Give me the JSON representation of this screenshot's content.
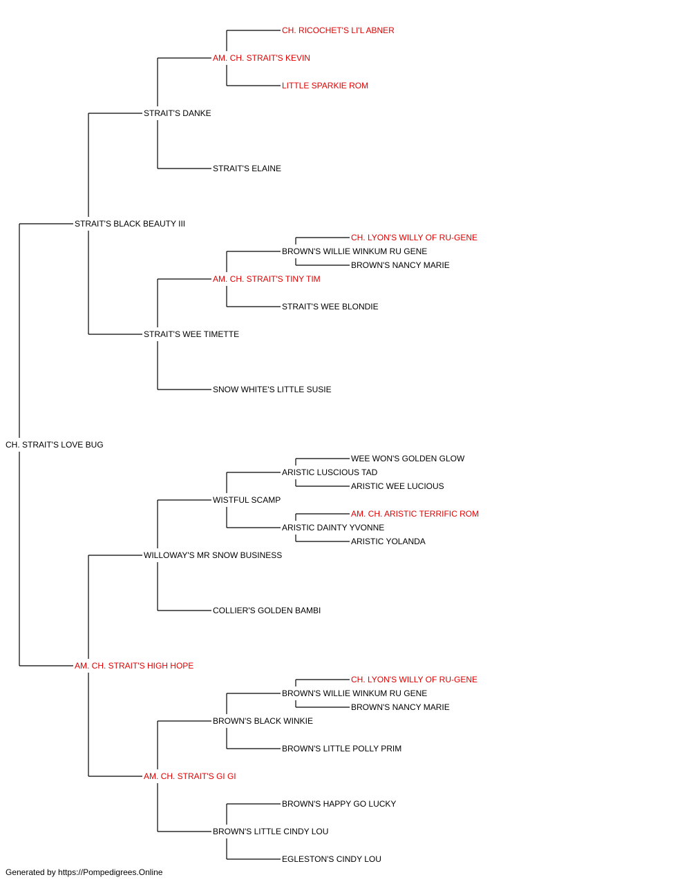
{
  "colors": {
    "champion": "#e00000",
    "normal": "#000000",
    "line": "#000000"
  },
  "pedigree": {
    "name": "CH. STRAIT'S LOVE BUG",
    "champion": false,
    "sire": {
      "name": "STRAIT'S BLACK BEAUTY III",
      "champion": false,
      "sire": {
        "name": "STRAIT'S DANKE",
        "champion": false,
        "sire": {
          "name": "AM. CH. STRAIT'S KEVIN",
          "champion": true,
          "sire": {
            "name": "CH. RICOCHET'S LI'L ABNER",
            "champion": true
          },
          "dam": {
            "name": "LITTLE SPARKIE ROM",
            "champion": true
          }
        },
        "dam": {
          "name": "STRAIT'S ELAINE",
          "champion": false
        }
      },
      "dam": {
        "name": "STRAIT'S WEE TIMETTE",
        "champion": false,
        "sire": {
          "name": "AM. CH. STRAIT'S TINY TIM",
          "champion": true,
          "sire": {
            "name": "BROWN'S WILLIE WINKUM RU GENE",
            "champion": false,
            "sire": {
              "name": "CH. LYON'S WILLY OF RU-GENE",
              "champion": true
            },
            "dam": {
              "name": "BROWN'S NANCY MARIE",
              "champion": false
            }
          },
          "dam": {
            "name": "STRAIT'S WEE BLONDIE",
            "champion": false
          }
        },
        "dam": {
          "name": "SNOW WHITE'S LITTLE SUSIE",
          "champion": false
        }
      }
    },
    "dam": {
      "name": "AM. CH. STRAIT'S HIGH HOPE",
      "champion": true,
      "sire": {
        "name": "WILLOWAY'S MR SNOW BUSINESS",
        "champion": false,
        "sire": {
          "name": "WISTFUL SCAMP",
          "champion": false,
          "sire": {
            "name": "ARISTIC LUSCIOUS TAD",
            "champion": false,
            "sire": {
              "name": "WEE WON'S GOLDEN GLOW",
              "champion": false
            },
            "dam": {
              "name": "ARISTIC WEE LUCIOUS",
              "champion": false
            }
          },
          "dam": {
            "name": "ARISTIC DAINTY YVONNE",
            "champion": false,
            "sire": {
              "name": "AM. CH. ARISTIC TERRIFIC ROM",
              "champion": true
            },
            "dam": {
              "name": "ARISTIC YOLANDA",
              "champion": false
            }
          }
        },
        "dam": {
          "name": "COLLIER'S GOLDEN BAMBI",
          "champion": false
        }
      },
      "dam": {
        "name": "AM. CH. STRAIT'S GI GI",
        "champion": true,
        "sire": {
          "name": "BROWN'S BLACK WINKIE",
          "champion": false,
          "sire": {
            "name": "BROWN'S WILLIE WINKUM RU GENE",
            "champion": false,
            "sire": {
              "name": "CH. LYON'S WILLY OF RU-GENE",
              "champion": true
            },
            "dam": {
              "name": "BROWN'S NANCY MARIE",
              "champion": false
            }
          },
          "dam": {
            "name": "BROWN'S LITTLE POLLY PRIM",
            "champion": false
          }
        },
        "dam": {
          "name": "BROWN'S LITTLE CINDY LOU",
          "champion": false,
          "sire": {
            "name": "BROWN'S HAPPY GO LUCKY",
            "champion": false
          },
          "dam": {
            "name": "EGLESTON'S CINDY LOU",
            "champion": false
          }
        }
      }
    }
  },
  "footer": {
    "text": "Generated by https://Pompedigrees.Online"
  }
}
